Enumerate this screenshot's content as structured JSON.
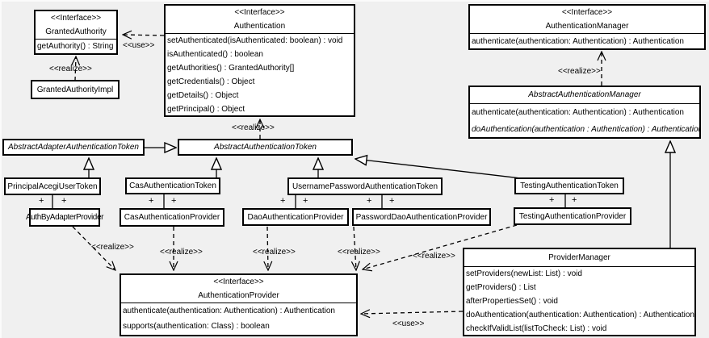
{
  "diagram": {
    "type": "uml-class-diagram",
    "background_color": "#f0f0f0",
    "box_fill_color": "#ffffff",
    "line_color": "#000000",
    "labels": {
      "use": "<<use>>",
      "realize": "<<realize>>",
      "plus": "+"
    },
    "boxes": {
      "granted_authority": {
        "stereotype": "<<Interface>>",
        "name": "GrantedAuthority",
        "methods": [
          "getAuthority() : String"
        ]
      },
      "granted_authority_impl": {
        "name": "GrantedAuthorityImpl"
      },
      "authentication": {
        "stereotype": "<<Interface>>",
        "name": "Authentication",
        "methods": [
          "setAuthenticated(isAuthenticated: boolean) : void",
          "isAuthenticated() : boolean",
          "getAuthorities() : GrantedAuthority[]",
          "getCredentials() : Object",
          "getDetails() : Object",
          "getPrincipal() : Object"
        ]
      },
      "authentication_manager": {
        "stereotype": "<<Interface>>",
        "name": "AuthenticationManager",
        "methods": [
          "authenticate(authentication: Authentication) : Authentication"
        ]
      },
      "abstract_authentication_manager": {
        "name": "AbstractAuthenticationManager",
        "methods": [
          "authenticate(authentication: Authentication) : Authentication",
          "doAuthentication(authentication : Authentication) : Authentication"
        ]
      },
      "abstract_adapter_authentication_token": {
        "name": "AbstractAdapterAuthenticationToken"
      },
      "abstract_authentication_token": {
        "name": "AbstractAuthenticationToken"
      },
      "principal_acegi_user_token": {
        "name": "PrincipalAcegiUserToken"
      },
      "cas_authentication_token": {
        "name": "CasAuthenticationToken"
      },
      "username_password_authentication_token": {
        "name": "UsernamePasswordAuthenticationToken"
      },
      "testing_authentication_token": {
        "name": "TestingAuthenticationToken"
      },
      "auth_by_adapter_provider": {
        "name": "AuthByAdapterProvider"
      },
      "cas_authentication_provider": {
        "name": "CasAuthenticationProvider"
      },
      "dao_authentication_provider": {
        "name": "DaoAuthenticationProvider"
      },
      "password_dao_authentication_provider": {
        "name": "PasswordDaoAuthenticationProvider"
      },
      "testing_authentication_provider": {
        "name": "TestingAuthenticationProvider"
      },
      "authentication_provider": {
        "stereotype": "<<Interface>>",
        "name": "AuthenticationProvider",
        "methods": [
          "authenticate(authentication: Authentication) : Authentication",
          "supports(authentication: Class) : boolean"
        ]
      },
      "provider_manager": {
        "name": "ProviderManager",
        "methods": [
          "setProviders(newList: List) : void",
          "getProviders() : List",
          "afterPropertiesSet() : void",
          "doAuthentication(authentication: Authentication) : Authentication",
          "checkIfValidList(listToCheck: List) : void"
        ]
      }
    }
  }
}
